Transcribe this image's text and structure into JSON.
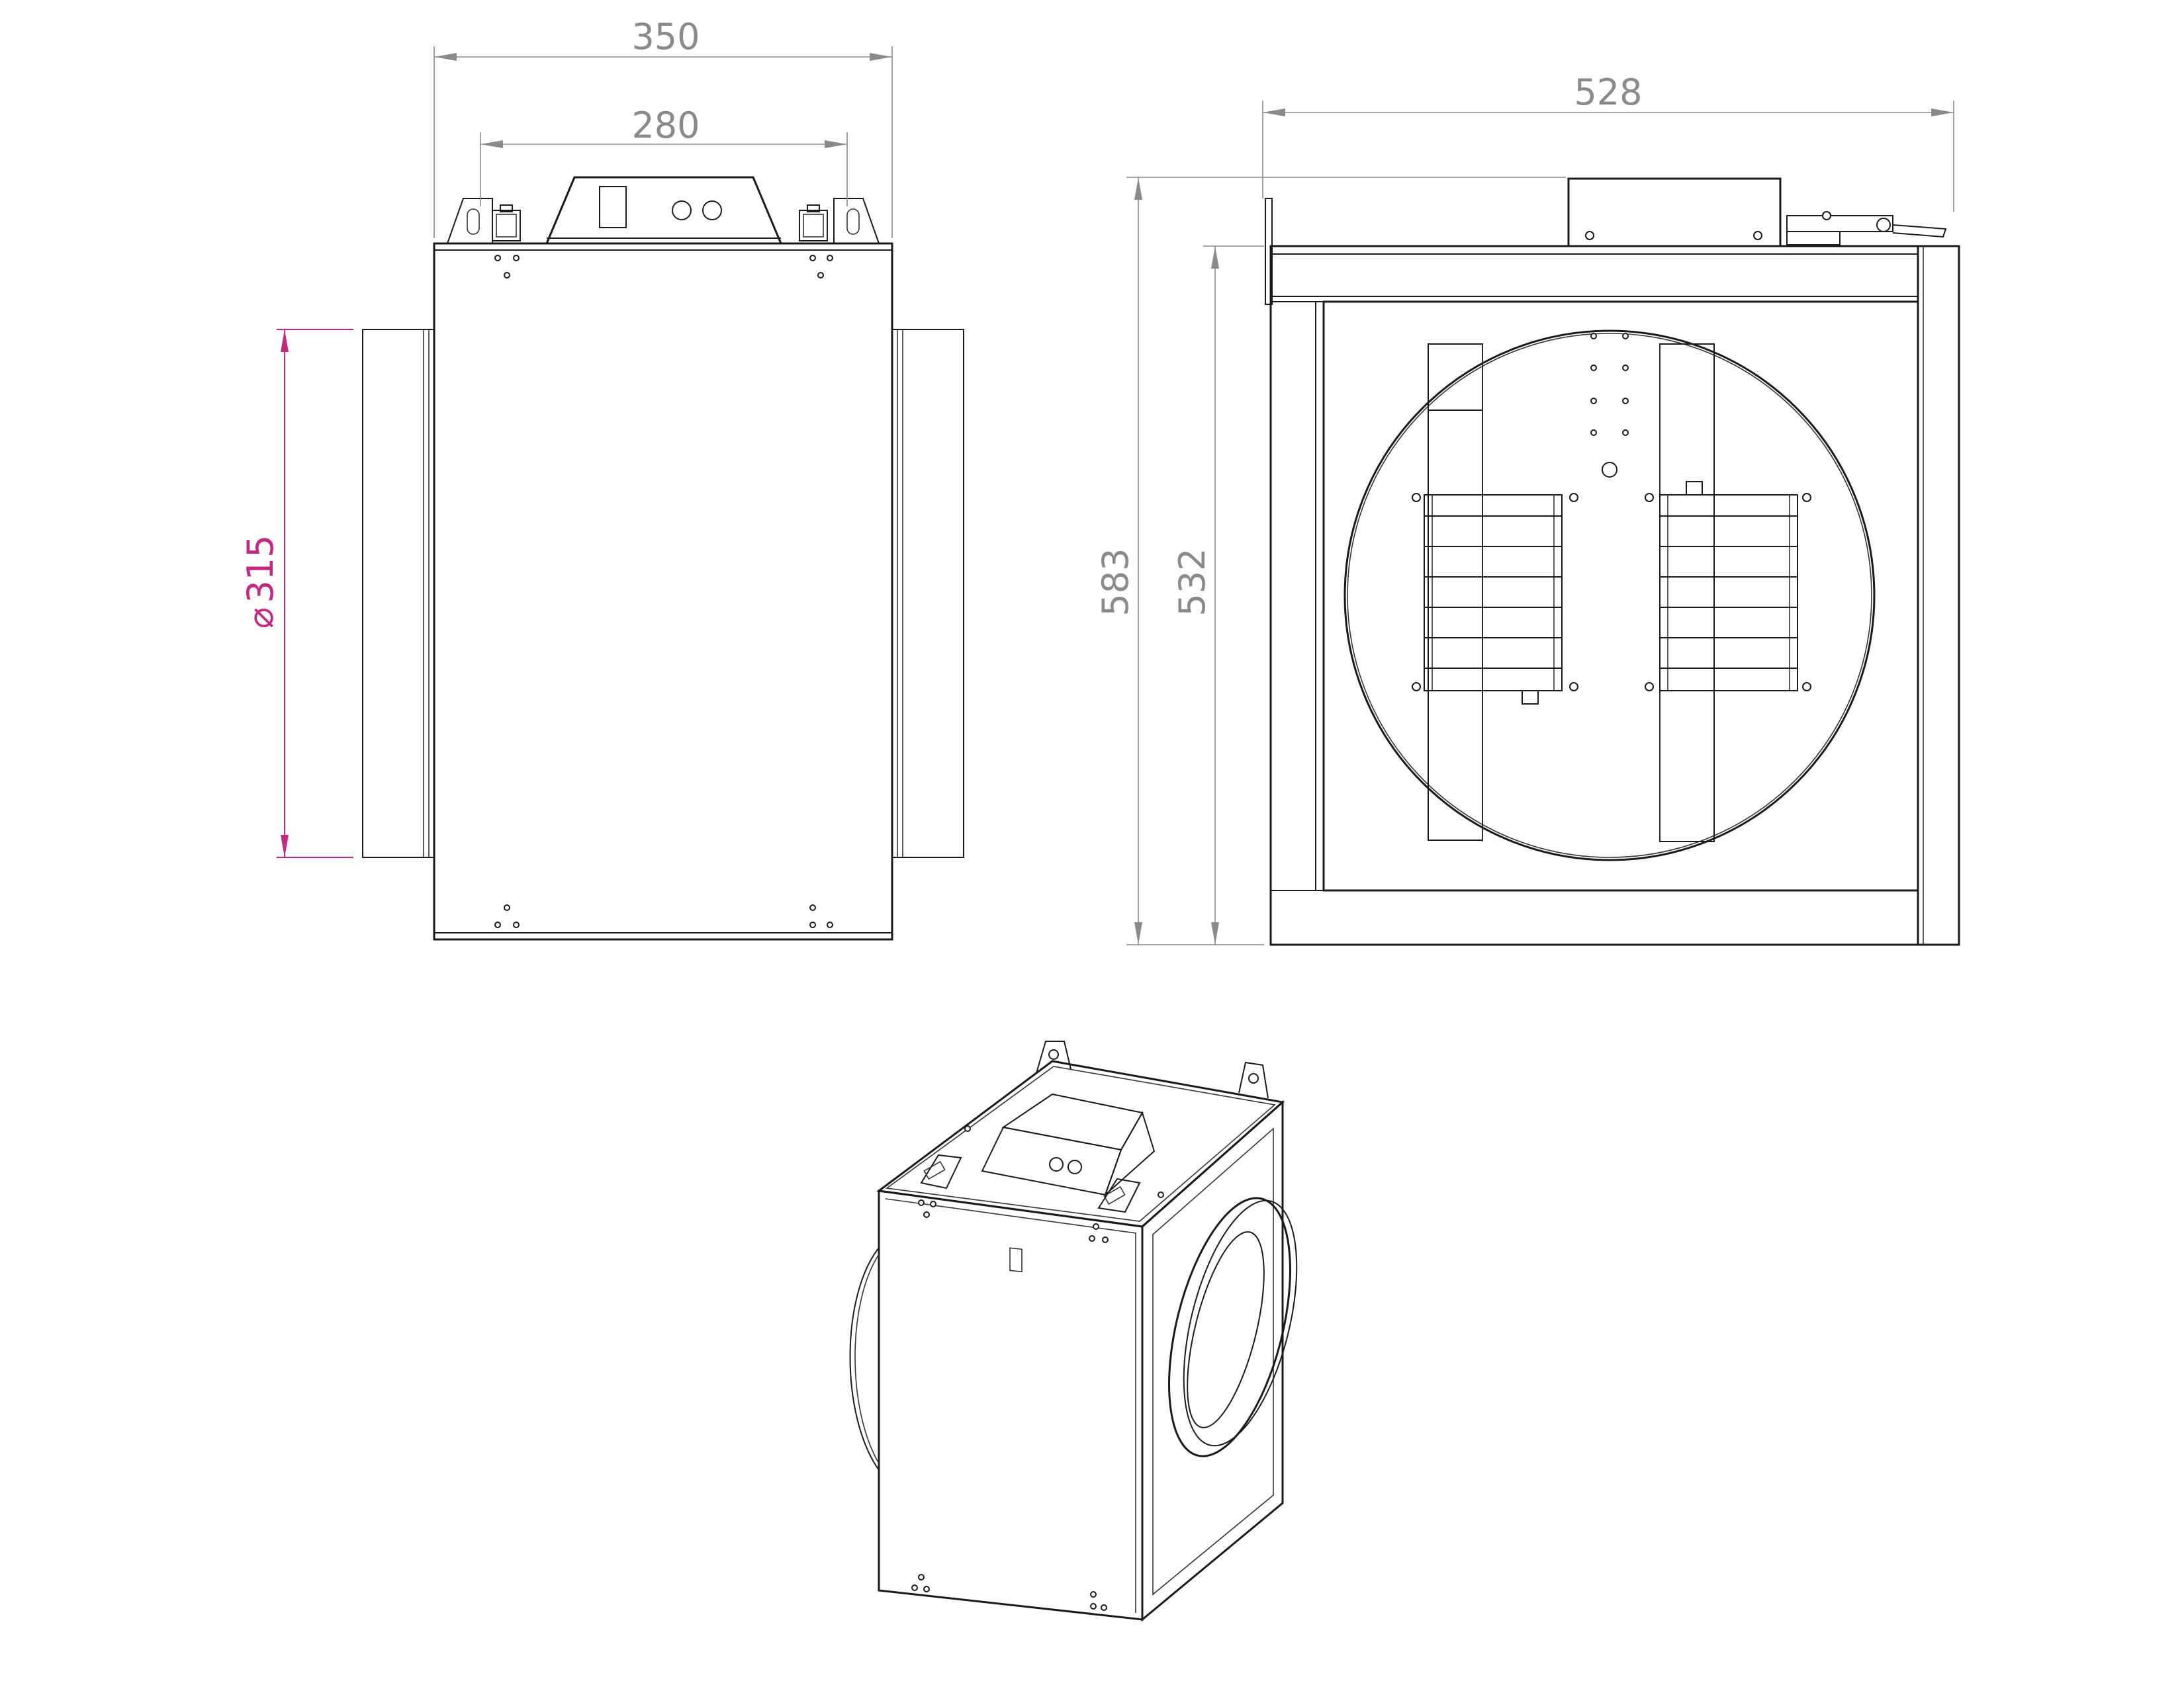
{
  "dimensions": {
    "front_width": "350",
    "front_inner_width": "280",
    "duct_diameter_symbol": "⌀",
    "duct_diameter_value": "315",
    "side_width": "528",
    "side_total_height": "583",
    "side_body_height": "532"
  },
  "colors": {
    "line": "#1a1a1a",
    "dimension": "#8a8a8a",
    "diameter_dimension": "#c5287f",
    "background": "#ffffff"
  }
}
